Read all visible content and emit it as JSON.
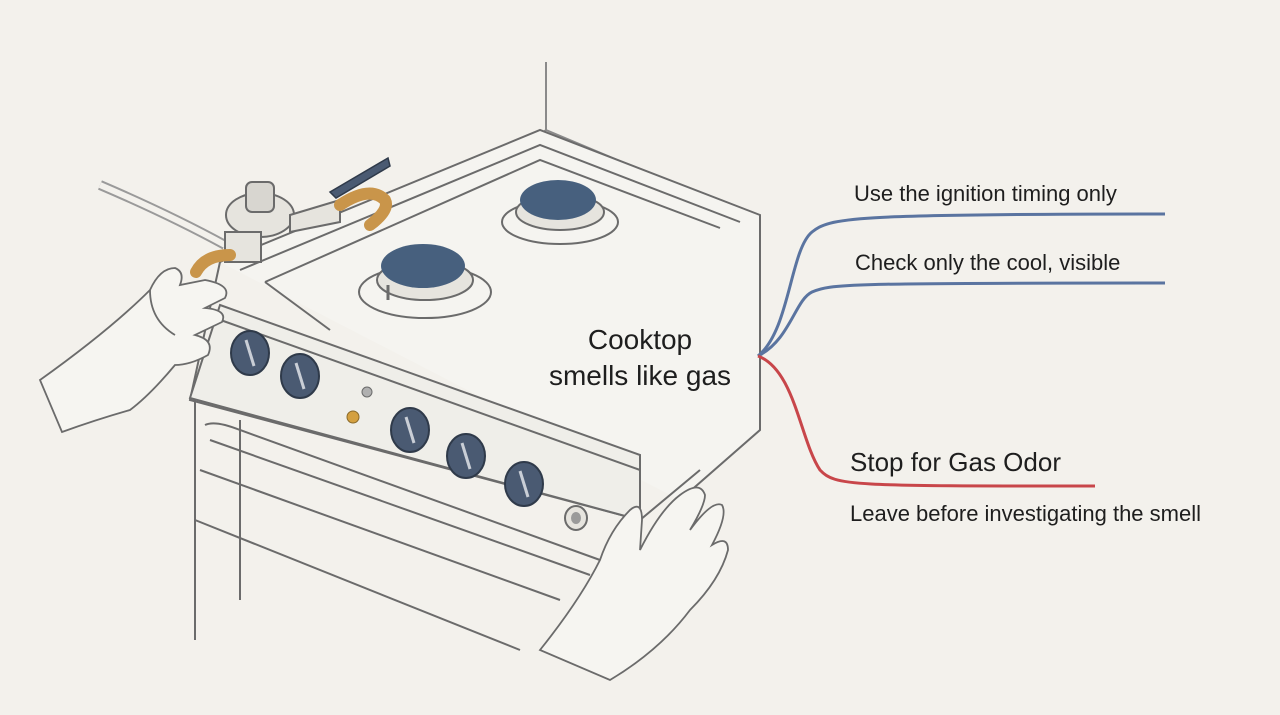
{
  "central_topic": {
    "line1": "Cooktop",
    "line2": "smells like gas"
  },
  "branches": [
    {
      "text": "Use the ignition timing only",
      "color": "#5a74a0"
    },
    {
      "text": "Check only the cool, visible",
      "color": "#5a74a0"
    },
    {
      "title": "Stop for Gas Odor",
      "detail": "Leave before investigating the smell",
      "color": "#c8464a"
    }
  ],
  "illustration": {
    "subject": "stove-with-gas-regulator-and-hands",
    "colors": {
      "background": "#f3f1ec",
      "line": "#6b6b6b",
      "knob": "#4a5a72",
      "burner": "#47607e",
      "hose": "#c9954a",
      "indicator": "#d4a040"
    }
  }
}
